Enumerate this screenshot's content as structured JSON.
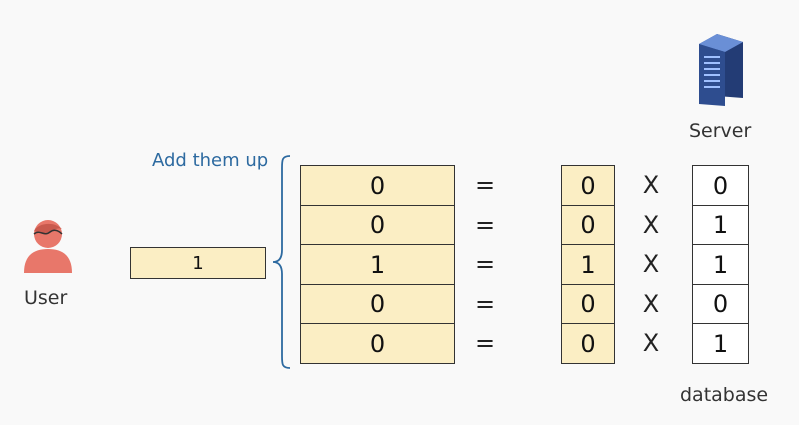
{
  "user_label": "User",
  "server_label": "Server",
  "database_label": "database",
  "brace_label": "Add them up",
  "query_value": "1",
  "rows": [
    {
      "sum": "0",
      "eq": "=",
      "query_bit": "0",
      "op": "X",
      "db": "0"
    },
    {
      "sum": "0",
      "eq": "=",
      "query_bit": "0",
      "op": "X",
      "db": "1"
    },
    {
      "sum": "1",
      "eq": "=",
      "query_bit": "1",
      "op": "X",
      "db": "1"
    },
    {
      "sum": "0",
      "eq": "=",
      "query_bit": "0",
      "op": "X",
      "db": "0"
    },
    {
      "sum": "0",
      "eq": "=",
      "query_bit": "0",
      "op": "X",
      "db": "1"
    }
  ],
  "colors": {
    "cell_fill": "#fbeec4",
    "accent_text": "#2d6aa0",
    "user_icon": "#e8776a",
    "server_icon": "#2e4d8f"
  }
}
